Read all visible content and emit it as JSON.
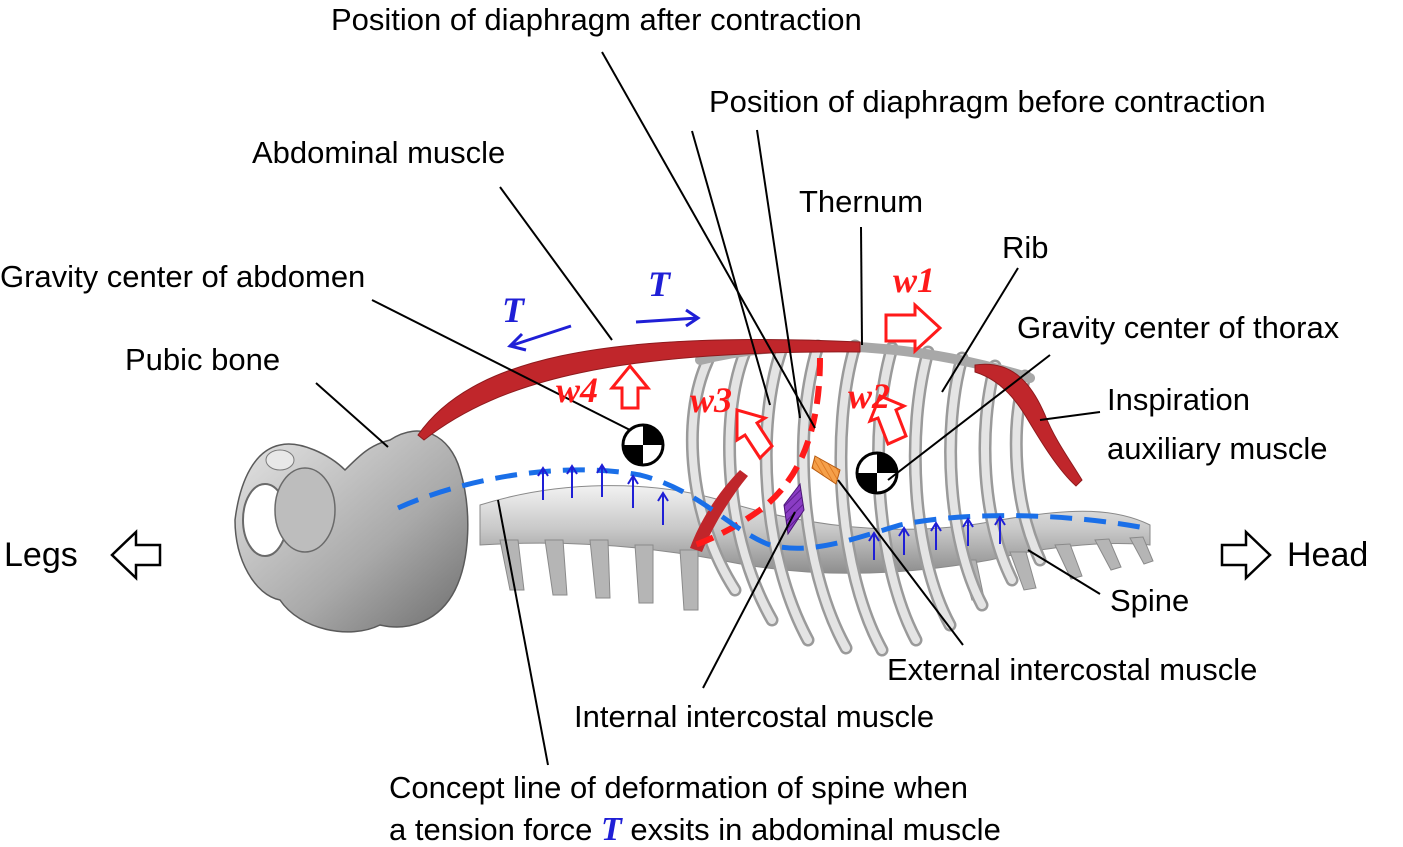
{
  "labels": {
    "diaphragm_after": "Position of diaphragm after contraction",
    "diaphragm_before": "Position of diaphragm before contraction",
    "abdominal_muscle": "Abdominal muscle",
    "thernum": "Thernum",
    "rib": "Rib",
    "gravity_abdomen": "Gravity center of abdomen",
    "gravity_thorax": "Gravity center of thorax",
    "pubic_bone": "Pubic bone",
    "inspiration_line1": "Inspiration",
    "inspiration_line2": "auxiliary muscle",
    "legs": "Legs",
    "head": "Head",
    "spine": "Spine",
    "external_intercostal": "External intercostal muscle",
    "internal_intercostal": "Internal intercostal muscle",
    "concept_line1": "Concept line of deformation of spine when",
    "concept_line2_pre": "a tension force ",
    "concept_line2_T": "T",
    "concept_line2_post": " exsits in abdominal muscle"
  },
  "forces": {
    "T_left": "T",
    "T_right": "T",
    "w1": "w1",
    "w2": "w2",
    "w3": "w3",
    "w4": "w4"
  },
  "colors": {
    "muscle_red": "#c0262b",
    "force_red": "#ff1a1a",
    "tension_blue": "#1f1fd6",
    "spine_curve_blue": "#1a6fe8",
    "bone_gray": "#c9c9c9",
    "external_muscle_orange": "#f08a2c",
    "internal_muscle_purple": "#7a2fb0"
  }
}
